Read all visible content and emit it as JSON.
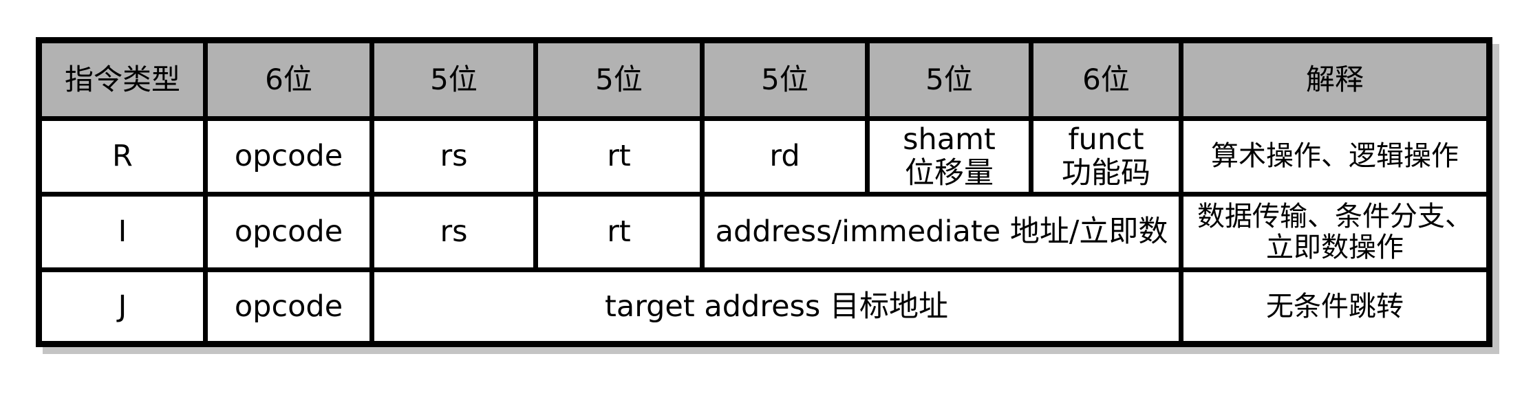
{
  "colors": {
    "page_bg": "#ffffff",
    "header_bg": "#b2b2b2",
    "border": "#000000",
    "shadow": "#c4c4c4",
    "text": "#000000"
  },
  "table": {
    "header": [
      "指令类型",
      "6位",
      "5位",
      "5位",
      "5位",
      "5位",
      "6位",
      "解释"
    ],
    "rows": [
      {
        "cells": [
          "R",
          "opcode",
          "rs",
          "rt",
          "rd",
          "shamt\n位移量",
          "funct\n功能码",
          "算术操作、逻辑操作"
        ]
      },
      {
        "cells": [
          "I",
          "opcode",
          "rs",
          "rt",
          "address/immediate 地址/立即数",
          "数据传输、条件分支、\n立即数操作"
        ]
      },
      {
        "cells": [
          "J",
          "opcode",
          "target address 目标地址",
          "无条件跳转"
        ]
      }
    ]
  }
}
